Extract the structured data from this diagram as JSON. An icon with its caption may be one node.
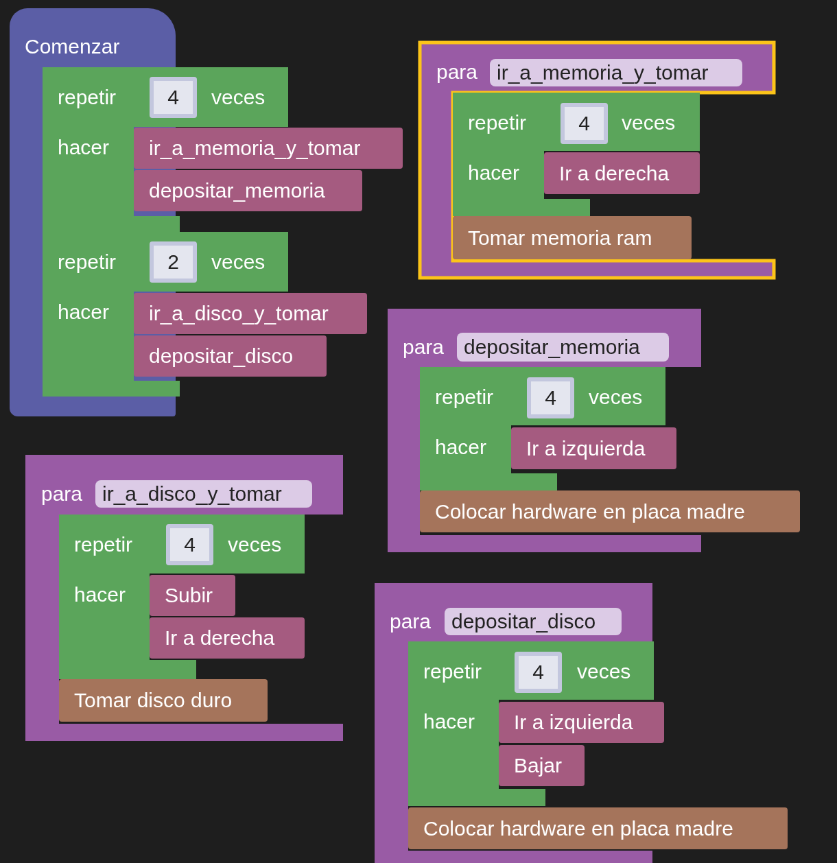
{
  "diagram": {
    "nodes": [
      {
        "text": [
          "Comenzar"
        ]
      },
      {
        "text": [
          "repetir",
          "veces",
          "hacer"
        ]
      },
      {
        "text": [
          "4"
        ],
        "in": 1
      },
      {
        "text": [
          "ir_a_memoria_y_tomar"
        ]
      },
      {
        "text": [
          "depositar_memoria"
        ]
      },
      {
        "text": [
          "repetir",
          "veces",
          "hacer"
        ]
      },
      {
        "text": [
          "2"
        ],
        "in": 5
      },
      {
        "text": [
          "ir_a_disco_y_tomar"
        ]
      },
      {
        "text": [
          "depositar_disco"
        ]
      },
      {
        "text": [
          "para"
        ]
      },
      {
        "text": [
          "ir_a_memoria_y_tomar"
        ],
        "in": 9
      },
      {
        "text": [
          "repetir",
          "veces",
          "hacer"
        ],
        "in": 9
      },
      {
        "text": [
          "4"
        ],
        "in": 11
      },
      {
        "text": [
          "Ir a derecha"
        ],
        "in": 11
      },
      {
        "text": [
          "Tomar memoria ram"
        ],
        "in": 9
      },
      {
        "text": [
          "para"
        ]
      },
      {
        "text": [
          "depositar_memoria"
        ],
        "in": 15
      },
      {
        "text": [
          "repetir",
          "veces",
          "hacer"
        ],
        "in": 15
      },
      {
        "text": [
          "4"
        ],
        "in": 17
      },
      {
        "text": [
          "Ir a izquierda"
        ],
        "in": 17
      },
      {
        "text": [
          "Colocar hardware en placa madre"
        ]
      },
      {
        "text": [
          "para"
        ]
      },
      {
        "text": [
          "ir_a_disco_y_tomar"
        ],
        "in": 21
      },
      {
        "text": [
          "repetir",
          "veces",
          "hacer"
        ],
        "in": 21
      },
      {
        "text": [
          "4"
        ],
        "in": 23
      },
      {
        "text": [
          "Subir"
        ],
        "in": 23
      },
      {
        "text": [
          "Ir a derecha"
        ],
        "in": 23
      },
      {
        "text": [
          "Tomar disco duro"
        ],
        "in": 21
      },
      {
        "text": [
          "para"
        ]
      },
      {
        "text": [
          "depositar_disco"
        ],
        "in": 28
      },
      {
        "text": [
          "repetir",
          "veces",
          "hacer"
        ],
        "in": 28
      },
      {
        "text": [
          "4"
        ],
        "in": 30
      },
      {
        "text": [
          "Ir a izquierda"
        ],
        "in": 30
      },
      {
        "text": [
          "Bajar"
        ],
        "in": 30
      },
      {
        "text": [
          "Colocar hardware en placa madre"
        ]
      }
    ]
  }
}
